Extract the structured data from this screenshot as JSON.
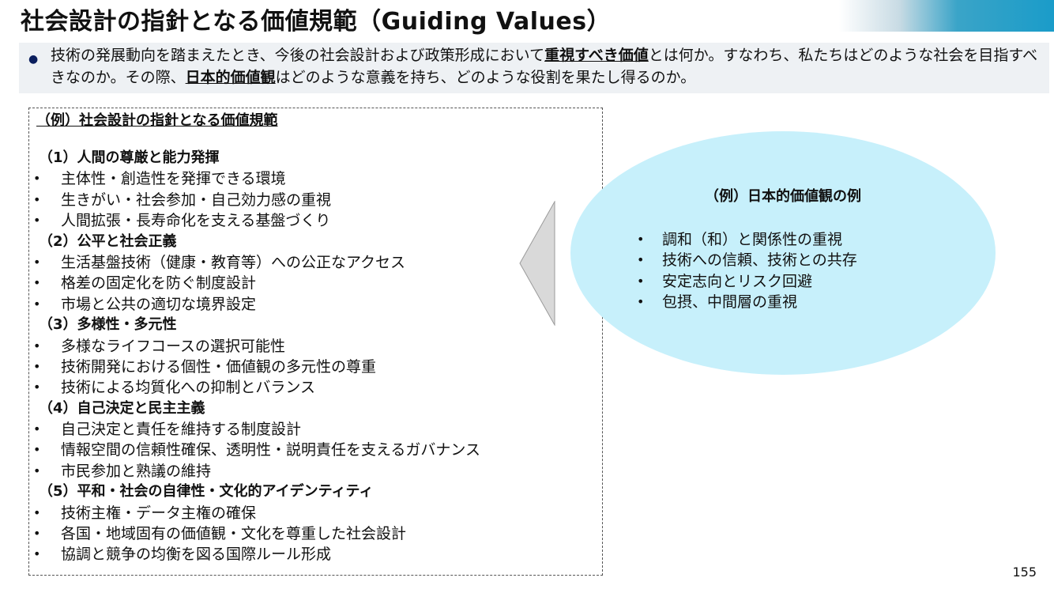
{
  "title": "社会設計の指針となる価値規範（Guiding Values）",
  "intro": {
    "part1": "技術の発展動向を踏まえたとき、今後の社会設計および政策形成において",
    "emphasis1": "重視すべき価値",
    "part2": "とは何か。すなわち、私たちはどのような社会を目指すべきなのか。その際、",
    "emphasis2": "日本的価値観",
    "part3": "はどのような意義を持ち、どのような役割を果たし得るのか。"
  },
  "example_box": {
    "heading": "（例）社会設計の指針となる価値規範",
    "sections": [
      {
        "title": "（1）人間の尊厳と能力発揮",
        "items": [
          "主体性・創造性を発揮できる環境",
          "生きがい・社会参加・自己効力感の重視",
          "人間拡張・長寿命化を支える基盤づくり"
        ]
      },
      {
        "title": "（2）公平と社会正義",
        "items": [
          "生活基盤技術（健康・教育等）への公正なアクセス",
          "格差の固定化を防ぐ制度設計",
          "市場と公共の適切な境界設定"
        ]
      },
      {
        "title": "（3）多様性・多元性",
        "items": [
          "多様なライフコースの選択可能性",
          "技術開発における個性・価値観の多元性の尊重",
          "技術による均質化への抑制とバランス"
        ]
      },
      {
        "title": "（4）自己決定と民主主義",
        "items": [
          "自己決定と責任を維持する制度設計",
          "情報空間の信頼性確保、透明性・説明責任を支えるガバナンス",
          "市民参加と熟議の維持"
        ]
      },
      {
        "title": "（5）平和・社会の自律性・文化的アイデンティティ",
        "items": [
          "技術主権・データ主権の確保",
          "各国・地域固有の価値観・文化を尊重した社会設計",
          "協調と競争の均衡を図る国際ルール形成"
        ]
      }
    ]
  },
  "japanese_values": {
    "title": "（例）日本的価値観の例",
    "items": [
      "調和（和）と関係性の重視",
      "技術への信頼、技術との共存",
      "安定志向とリスク回避",
      "包摂、中間層の重視"
    ]
  },
  "page_number": "155",
  "colors": {
    "ellipse_fill": "#c7f0fb",
    "intro_background": "#eef1f4",
    "bullet_dot": "#0b1f5e",
    "accent_bar": "#1a9cc9"
  }
}
